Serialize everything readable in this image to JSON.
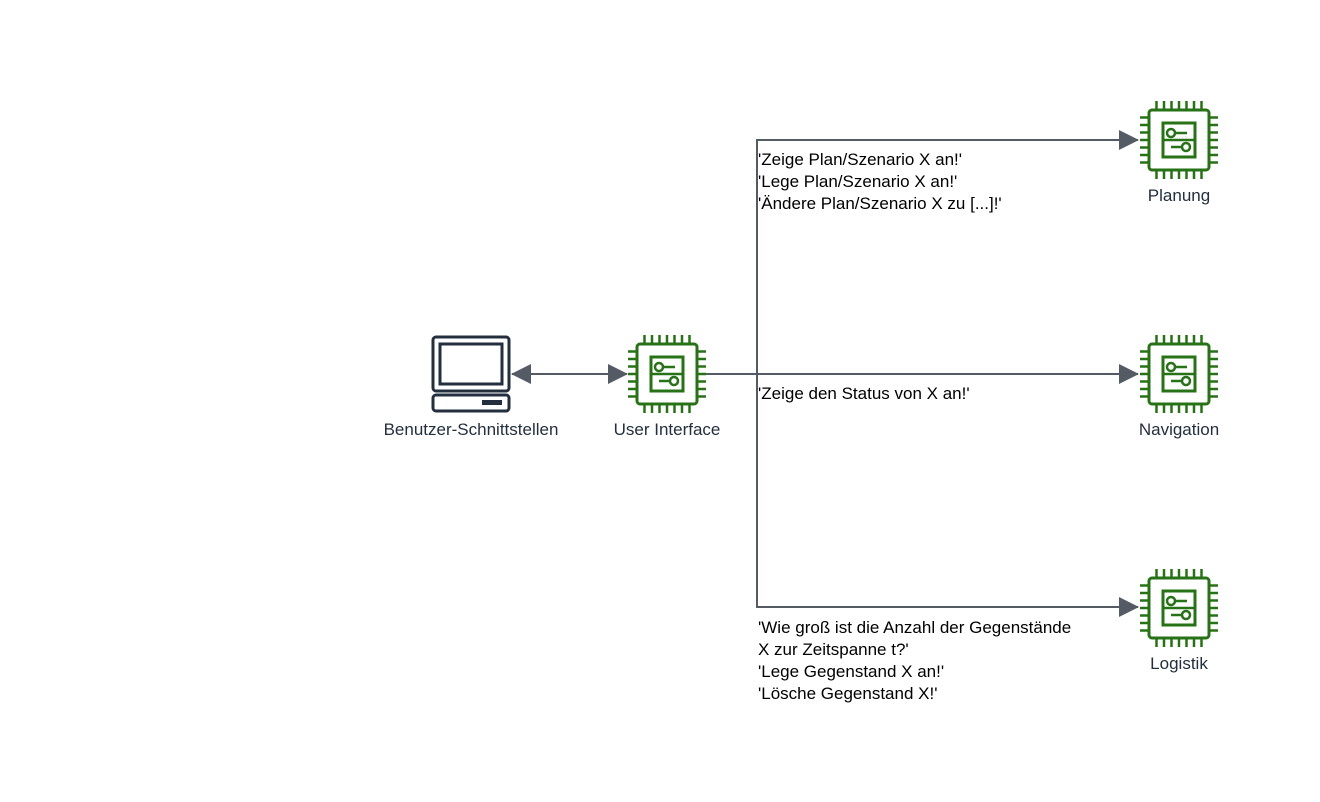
{
  "nodes": {
    "user_interfaces": {
      "label": "Benutzer-Schnittstellen",
      "icon": "desktop-computer-icon"
    },
    "user_interface": {
      "label": "User Interface",
      "icon": "processor-chip-icon"
    },
    "planung": {
      "label": "Planung",
      "icon": "processor-chip-icon"
    },
    "navigation": {
      "label": "Navigation",
      "icon": "processor-chip-icon"
    },
    "logistik": {
      "label": "Logistik",
      "icon": "processor-chip-icon"
    }
  },
  "edges": {
    "planung": {
      "lines": [
        "'Zeige Plan/Szenario X an!'",
        "'Lege Plan/Szenario X an!'",
        "'Ändere Plan/Szenario X zu [...]!'"
      ]
    },
    "navigation": {
      "lines": [
        "'Zeige den Status von X an!'"
      ]
    },
    "logistik": {
      "lines": [
        "'Wie groß ist die Anzahl der Gegenstände",
        "X zur Zeitspanne t?'",
        "'Lege Gegenstand X an!'",
        "'Lösche Gegenstand X!'"
      ]
    }
  },
  "colors": {
    "chip_green": "#277116",
    "edge_gray": "#545b64",
    "label_dark": "#232f3e",
    "computer_dark": "#232f3e"
  }
}
